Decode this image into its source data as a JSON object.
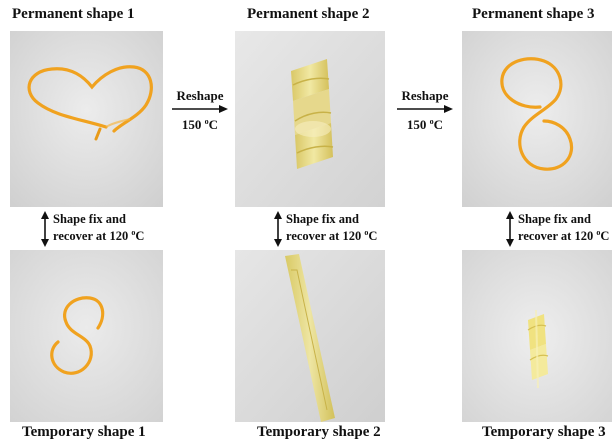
{
  "panels": {
    "perm1": {
      "label": "Permanent shape 1"
    },
    "perm2": {
      "label": "Permanent shape 2"
    },
    "perm3": {
      "label": "Permanent shape 3"
    },
    "temp1": {
      "label": "Temporary shape 1"
    },
    "temp2": {
      "label": "Temporary shape 2"
    },
    "temp3": {
      "label": "Temporary shape 3"
    }
  },
  "reshape": {
    "label": "Reshape",
    "temp_value": "150",
    "temp_unit_sup": "o",
    "temp_unit": "C"
  },
  "fix": {
    "line1": "Shape fix and",
    "line2_prefix": "recover at 120",
    "unit_sup": "o",
    "unit": "C"
  },
  "colors": {
    "photo_background": "#dcdcdc",
    "strip_orange": "#f0a21f",
    "strip_yellow": "#e8dc7a",
    "text": "#111111"
  }
}
